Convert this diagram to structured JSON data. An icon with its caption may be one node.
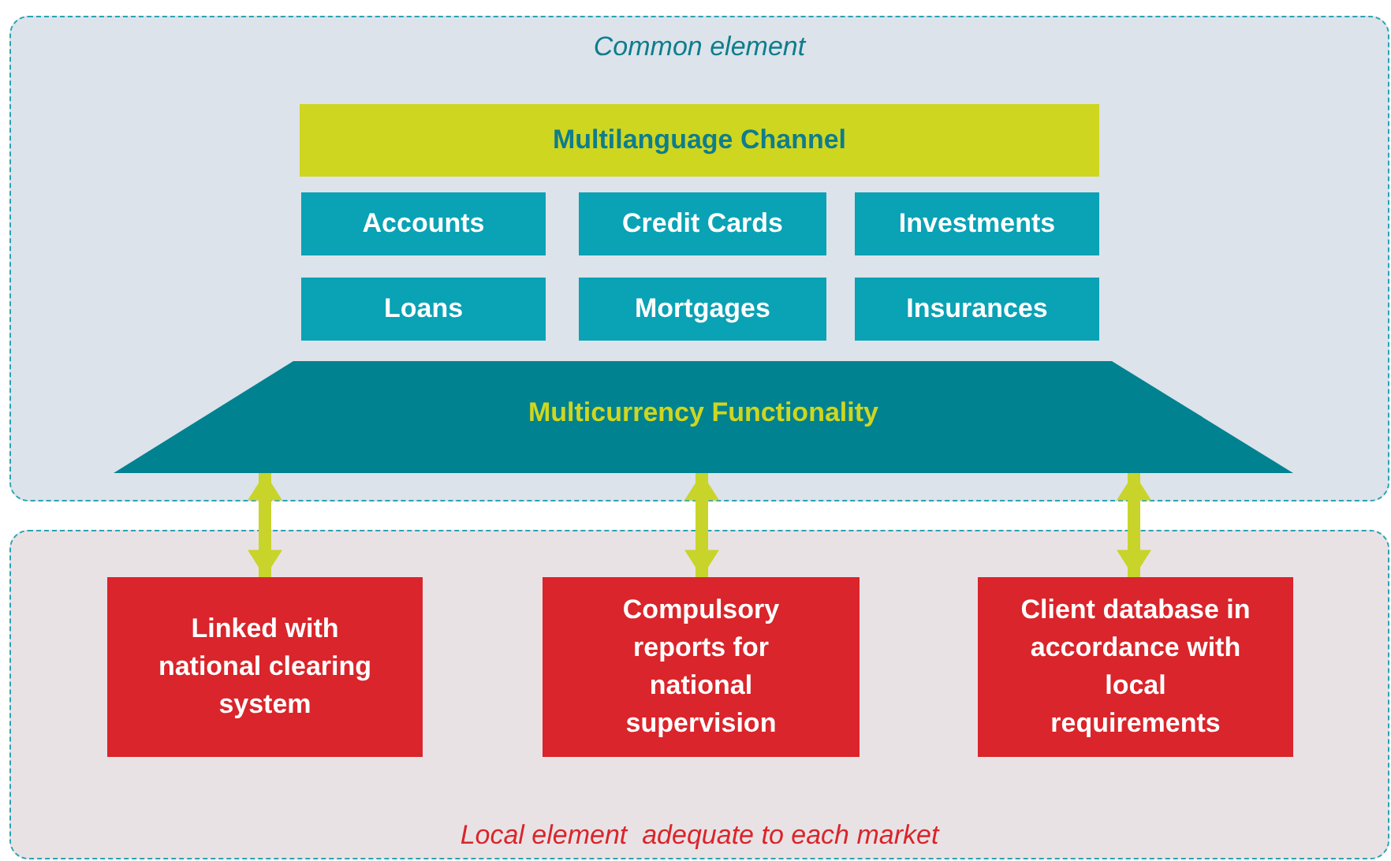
{
  "diagram": {
    "nodes": [
      {
        "text": [
          "Common element"
        ]
      },
      {
        "text": [
          "Multilanguage Channel"
        ],
        "in": 0
      },
      {
        "text": [
          "Accounts"
        ],
        "in": 0
      },
      {
        "text": [
          "Credit Cards"
        ],
        "in": 0
      },
      {
        "text": [
          "Investments"
        ],
        "in": 0
      },
      {
        "text": [
          "Loans"
        ],
        "in": 0
      },
      {
        "text": [
          "Mortgages"
        ],
        "in": 0
      },
      {
        "text": [
          "Insurances"
        ],
        "in": 0
      },
      {
        "text": [
          "Multicurrency Functionality"
        ],
        "in": 0
      },
      {
        "text": [
          "Local element  adequate to each market"
        ]
      },
      {
        "text": [
          "Linked with national clearing system"
        ],
        "in": 9
      },
      {
        "text": [
          "Compulsory reports for national supervision"
        ],
        "in": 9
      },
      {
        "text": [
          "Client database in accordance with local requirements"
        ],
        "in": 9
      }
    ],
    "edges": [
      {
        "from": 8,
        "to": 10,
        "arrow": "both"
      },
      {
        "from": 8,
        "to": 11,
        "arrow": "both"
      },
      {
        "from": 8,
        "to": 12,
        "arrow": "both"
      }
    ]
  }
}
